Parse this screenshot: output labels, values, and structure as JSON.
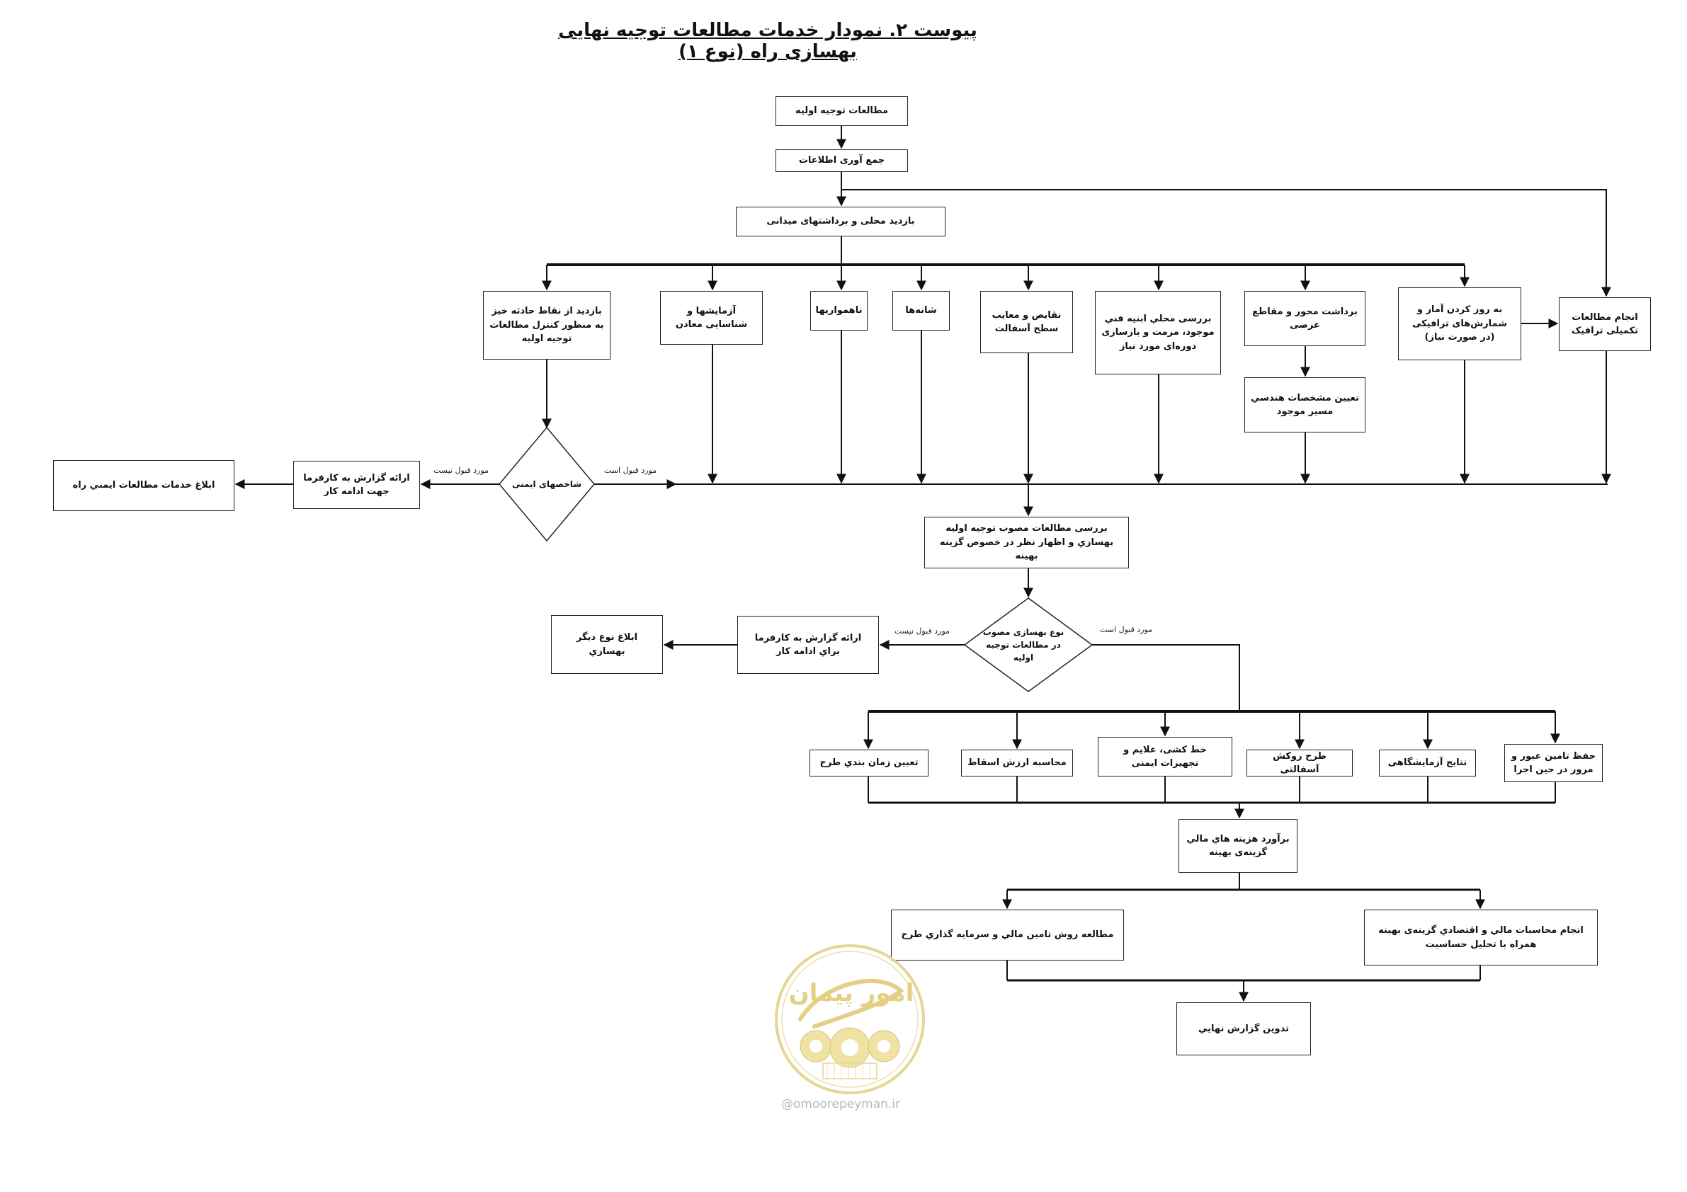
{
  "title": "پیوست ۲. نمودار خدمات مطالعات توجیه نهایی بهسازی راه (نوع ۱)",
  "nodes": {
    "n_start": "مطالعات توجیه اولیه",
    "n_collect": "جمع آوری اطلاعات",
    "n_visit": "بازدید محلی و برداشتهای میدانی",
    "n_crash": "بازدید از نقاط حادثه خیز به منظور کنترل مطالعات توجیه اولیه",
    "n_tests": "آزمایشها و شناسایی معادن",
    "n_rough": "ناهمواریها",
    "n_shoulder": "شانه‌ها",
    "n_defects": "نقایص و معایب سطح آسفالت",
    "n_structures": "بررسی محلي ابنیه فني موجود، مرمت و بازسازی دوره‌ای مورد نیاز",
    "n_axis": "برداشت محور و مقاطع عرضی",
    "n_geom": "تعیین مشخصات هندسي مسیر موجود",
    "n_traffic": "به روز کردن آمار و شمارش‌های ترافیکی (در صورت نیاز)",
    "n_traffic2": "انجام مطالعات تکمیلی ترافیک",
    "n_safety_dec": "شاخصهای ایمنی",
    "n_report1": "ارائه گزارش به کارفرما جهت ادامه کار",
    "n_notify1": "ابلاغ خدمات مطالعات ایمني راه",
    "n_review": "بررسی مطالعات مصوب توجیه اولیه بهسازي و اظهار نظر در خصوص گزینه بهینه",
    "n_type_dec": "نوع بهسازی مصوب در مطالعات توجیه اولیه",
    "n_report2": "ارائه گزارش به کارفرما براي ادامه کار",
    "n_notify2": "ابلاغ نوع دیگر بهسازي",
    "n_schedule": "تعیین زمان بندي طرح",
    "n_salvage": "محاسبه ارزش اسقاط",
    "n_marking": "خط کشی، علایم و تجهیزات ایمنی",
    "n_overlay": "طرح روکش آسفالتی",
    "n_labres": "نتایج آزمایشگاهی",
    "n_trafficmaint": "حفظ تامین عبور و مرور در حین اجرا",
    "n_cost": "برآورد هزینه هاي مالي گزینه‌ی بهینه",
    "n_finance": "مطالعه روش تامین مالي و سرمایه گذاري طرح",
    "n_econ": "انجام محاسبات مالي و اقتصادي گزینه‌ی بهینه همراه با تحلیل حساسیت",
    "n_final": "تدوین گزارش نهایي"
  },
  "edge_labels": {
    "safety_no": "مورد قبول نیست",
    "safety_yes": "مورد قبول است",
    "type_no": "مورد قبول نیست",
    "type_yes": "مورد قبول است"
  },
  "watermark": {
    "logo_text": "امور پیمان",
    "url": "@omoorepeyman.ir",
    "color": "#e3cf86"
  },
  "colors": {
    "line": "#111111",
    "box_border": "#222222",
    "background": "#ffffff"
  }
}
